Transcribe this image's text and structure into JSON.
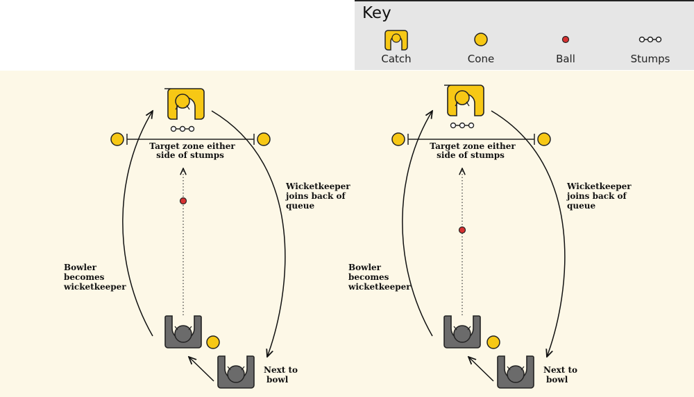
{
  "key": {
    "title": "Key",
    "items": [
      {
        "label": "Catch",
        "icon": "catch-icon"
      },
      {
        "label": "Cone",
        "icon": "cone-icon"
      },
      {
        "label": "Ball",
        "icon": "ball-icon"
      },
      {
        "label": "Stumps",
        "icon": "stumps-icon"
      }
    ]
  },
  "diagrams": [
    {
      "target_line1": "Target zone either",
      "target_line2": "side of stumps",
      "wk_line1": "Wicketkeeper",
      "wk_line2": "joins back of",
      "wk_line3": "queue",
      "bowler_line1": "Bowler",
      "bowler_line2": "becomes",
      "bowler_line3": "wicketkeeper",
      "next_line1": "Next to",
      "next_line2": "bowl"
    },
    {
      "target_line1": "Target zone either",
      "target_line2": "side of stumps",
      "wk_line1": "Wicketkeeper",
      "wk_line2": "joins back of",
      "wk_line3": "queue",
      "bowler_line1": "Bowler",
      "bowler_line2": "becomes",
      "bowler_line3": "wicketkeeper",
      "next_line1": "Next to",
      "next_line2": "bowl"
    }
  ],
  "colors": {
    "yellow": "#f7c815",
    "grey_player": "#6b6b6b",
    "ball_red": "#d63232",
    "background": "#fdf8e7",
    "key_bg": "#e6e6e6"
  }
}
